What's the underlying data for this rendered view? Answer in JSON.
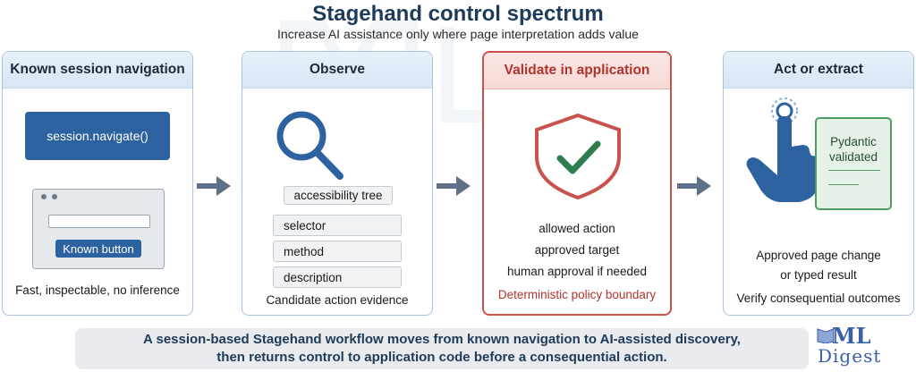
{
  "title": "Stagehand control spectrum",
  "subtitle": "Increase AI assistance only where page interpretation adds value",
  "panels": {
    "known": {
      "header": "Known session navigation",
      "nav_button": "session.navigate()",
      "known_button": "Known button",
      "caption": "Fast, inspectable, no inference"
    },
    "observe": {
      "header": "Observe",
      "chips": [
        "accessibility tree",
        "selector",
        "method",
        "description"
      ],
      "caption": "Candidate action evidence"
    },
    "validate": {
      "header": "Validate in application",
      "lines": [
        "allowed action",
        "approved target",
        "human approval if needed"
      ],
      "policy": "Deterministic policy boundary"
    },
    "act": {
      "header": "Act or extract",
      "card_title": "Pydantic validated",
      "lines": [
        "Approved page change",
        "or typed result"
      ],
      "verify": "Verify consequential outcomes"
    }
  },
  "footer": {
    "line1": "A session-based Stagehand workflow moves from known navigation to AI-assisted discovery,",
    "line2": "then returns control to application code before a consequential action."
  },
  "logo": {
    "text": "ML Digest"
  },
  "colors": {
    "title": "#1f3b5a",
    "primary_button": "#2c62a0",
    "validate_border": "#c9524c",
    "check": "#2e7d4f",
    "card_green": "#4f9c60",
    "arrow": "#5f7188"
  }
}
